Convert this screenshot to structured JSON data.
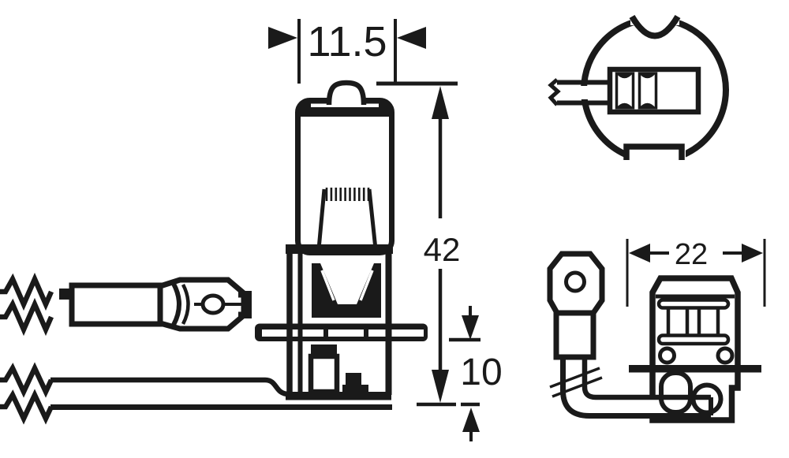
{
  "drawing": {
    "dimensions": {
      "bulb_diameter_mm": "11.5",
      "overall_length_mm": "42",
      "base_height_mm": "10",
      "flange_width_mm": "22"
    },
    "colors": {
      "line": "#1a1a1a",
      "background": "#ffffff"
    }
  }
}
